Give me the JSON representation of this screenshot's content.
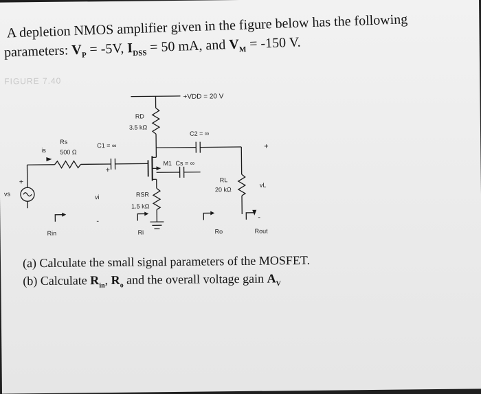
{
  "problem": {
    "line1_part1": "A depletion NMOS amplifier given in the figure below has the following",
    "line2_prefix": "parameters:",
    "vp_value": "= -5V,",
    "idss_value": "= 50 mA, and",
    "vm_value": "= -150 V."
  },
  "figure": {
    "caption": "FIGURE 7.40"
  },
  "circuit": {
    "vdd": "+VDD = 20 V",
    "rd_name": "RD",
    "rd_value": "3.5 kΩ",
    "c2": "C2 = ∞",
    "rs_name": "Rs",
    "rs_value": "500 Ω",
    "c1": "C1 = ∞",
    "is": "is",
    "plus": "+",
    "minus": "-",
    "m1": "M1",
    "cs": "Cs = ∞",
    "rl_name": "RL",
    "rl_value": "20 kΩ",
    "vl": "vL",
    "vi": "vi",
    "rsr_name": "RSR",
    "rsr_value": "1.5 kΩ",
    "vs": "vs",
    "rin": "Rin",
    "ri": "Ri",
    "ro": "Ro",
    "rout": "Rout"
  },
  "questions": {
    "a": "(a) Calculate the small signal parameters of the MOSFET.",
    "b_prefix": "(b) Calculate",
    "b_suffix": "and the overall voltage gain"
  }
}
